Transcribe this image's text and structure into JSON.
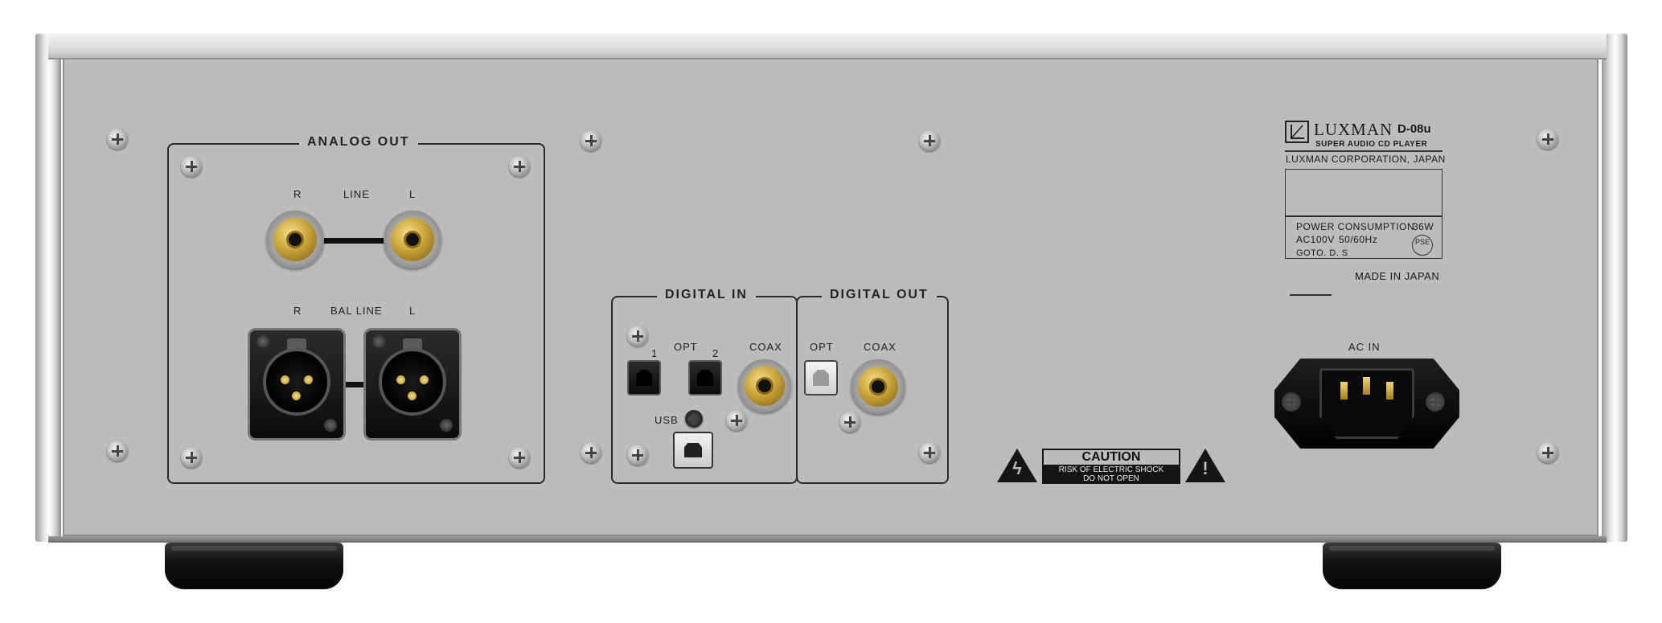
{
  "analog_out": {
    "title": "ANALOG OUT",
    "rca_label_left": "R",
    "rca_label_center": "LINE",
    "rca_label_right": "L",
    "xlr_label_left": "R",
    "xlr_label_center": "BAL LINE",
    "xlr_label_right": "L"
  },
  "digital_in": {
    "title": "DIGITAL IN",
    "opt_label": "OPT",
    "opt_num_1": "1",
    "opt_num_2": "2",
    "coax_label": "COAX",
    "usb_label": "USB"
  },
  "digital_out": {
    "title": "DIGITAL OUT",
    "opt_label": "OPT",
    "coax_label": "COAX"
  },
  "nameplate": {
    "brand": "LUXMAN",
    "model": "D-08u",
    "subtitle": "SUPER AUDIO CD PLAYER",
    "corporation": "LUXMAN CORPORATION, JAPAN",
    "power_label": "POWER CONSUMPTION",
    "power_value": "36W",
    "ac_label": "AC100V",
    "ac_value": "50/60Hz",
    "pse_mark": "PSE",
    "inspector": "GOTO. D. S",
    "made_in": "MADE IN JAPAN"
  },
  "caution": {
    "title": "CAUTION",
    "line1": "RISK OF ELECTRIC SHOCK",
    "line2": "DO NOT OPEN"
  },
  "ac_in": {
    "label": "AC IN"
  }
}
